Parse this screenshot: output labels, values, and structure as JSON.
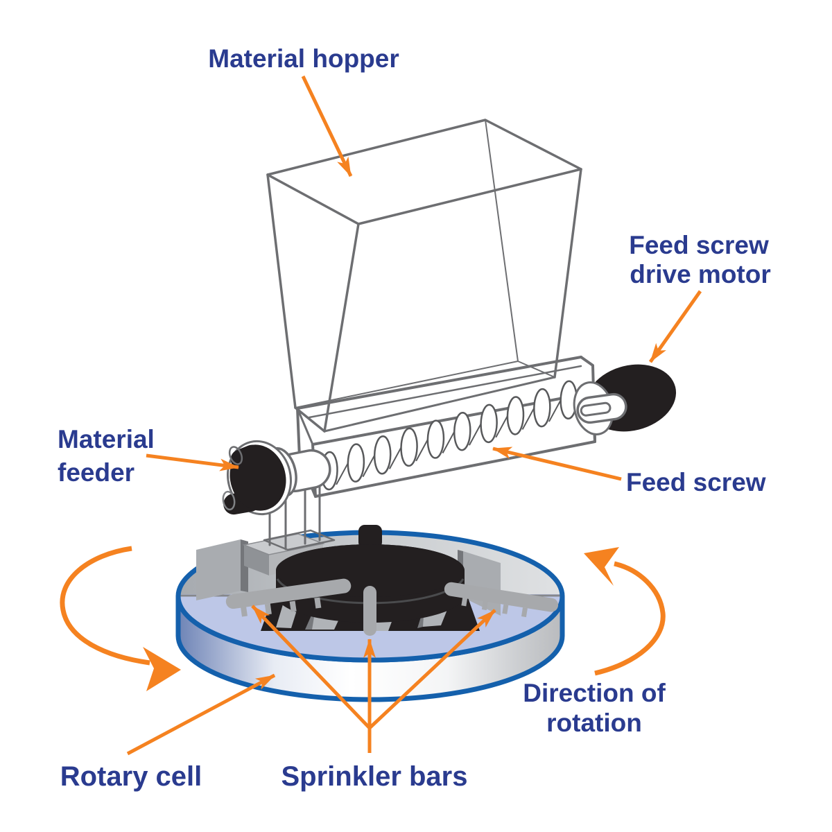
{
  "background_color": "#FFFFFF",
  "labels": {
    "material_hopper": {
      "text": "Material hopper"
    },
    "feed_screw_drive_motor": {
      "line1": "Feed screw",
      "line2": "drive motor"
    },
    "material_feeder": {
      "line1": "Material",
      "line2": "feeder"
    },
    "feed_screw": {
      "text": "Feed screw"
    },
    "direction_of_rotation": {
      "line1": "Direction of",
      "line2": "rotation"
    },
    "rotary_cell": {
      "text": "Rotary cell"
    },
    "sprinkler_bars": {
      "text": "Sprinkler bars"
    }
  },
  "colors": {
    "label_text_navy": "#2A3B8F",
    "pointer_arrow_orange": "#F58220",
    "outline_gray": "#6D6E71",
    "machine_black": "#231F20",
    "rotary_cell_rim_blue": "#1460AC",
    "rotary_cell_top_lavender": "#BDC7E7",
    "rotary_cell_top_gray": "#B3B6BA",
    "sprinkler_bar_gray": "#A7A9AC"
  }
}
